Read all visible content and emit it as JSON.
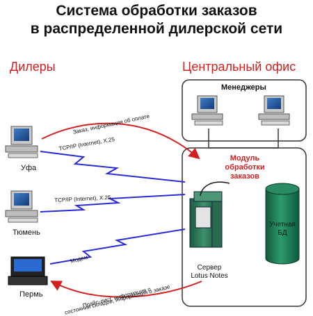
{
  "title": {
    "line1": "Система обработки заказов",
    "line2": "в распределенной дилерской сети"
  },
  "sections": {
    "dealers": "Дилеры",
    "central_office": "Центральный офис"
  },
  "managers_box": {
    "label": "Менеджеры"
  },
  "module": {
    "line1": "Модуль",
    "line2": "обработки",
    "line3": "заказов"
  },
  "server": {
    "line1": "Сервер",
    "line2": "Lotus Notes"
  },
  "database": {
    "line1": "Учетная",
    "line2": "БД"
  },
  "dealers": [
    {
      "name": "Уфа",
      "device": "desktop"
    },
    {
      "name": "Тюмень",
      "device": "desktop"
    },
    {
      "name": "Пермь",
      "device": "laptop"
    }
  ],
  "links": {
    "order_info": "Заказ, информация об оплате",
    "ufa_channel": "TCP/IP (Internet), X.25",
    "tyumen_channel": "TCP/IP (Internet), X.25",
    "perm_channel": "Модем",
    "price_line1": "Прайс-лист, информация о",
    "price_line2": "состоянии складов, информация о заказе"
  },
  "colors": {
    "accent_red": "#d21f1f",
    "link_blue": "#2a2ad6",
    "db_cylinder": "#1f7a55",
    "server_green": "#2f7a5a"
  }
}
